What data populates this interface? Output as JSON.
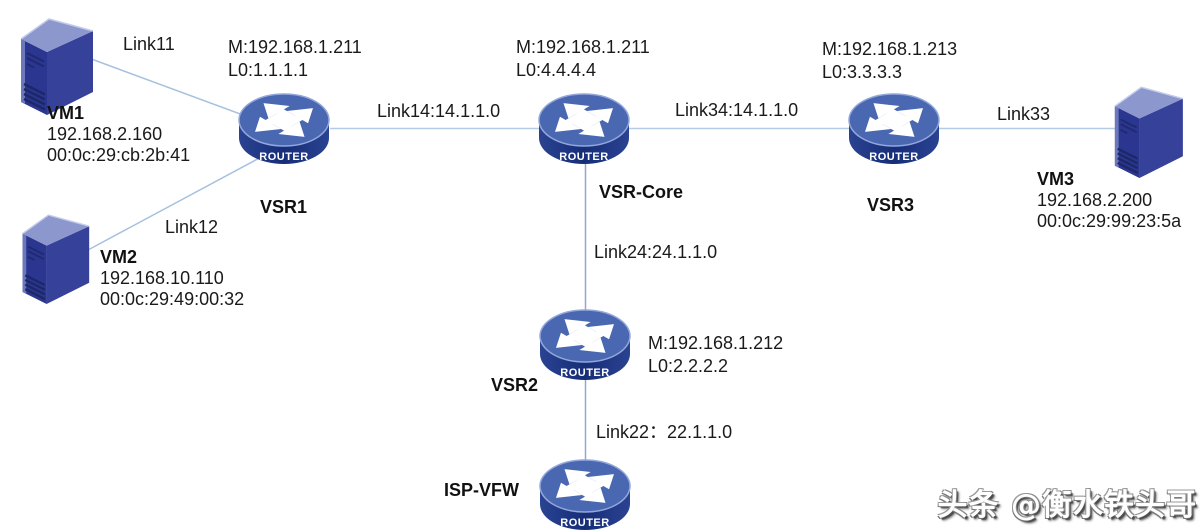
{
  "nodes": {
    "vm1": {
      "name": "VM1",
      "ip": "192.168.2.160",
      "mac": "00:0c:29:cb:2b:41"
    },
    "vm2": {
      "name": "VM2",
      "ip": "192.168.10.110",
      "mac": "00:0c:29:49:00:32"
    },
    "vm3": {
      "name": "VM3",
      "ip": "192.168.2.200",
      "mac": "00:0c:29:99:23:5a"
    },
    "vsr1": {
      "name": "VSR1",
      "mgmt": "M:192.168.1.211",
      "loopback": "L0:1.1.1.1"
    },
    "vsr_core": {
      "name": "VSR-Core",
      "mgmt": "M:192.168.1.211",
      "loopback": "L0:4.4.4.4"
    },
    "vsr3": {
      "name": "VSR3",
      "mgmt": "M:192.168.1.213",
      "loopback": "L0:3.3.3.3"
    },
    "vsr2": {
      "name": "VSR2",
      "mgmt": "M:192.168.1.212",
      "loopback": "L0:2.2.2.2"
    },
    "isp_vfw": {
      "name": "ISP-VFW"
    }
  },
  "links": {
    "link11": {
      "label": "Link11"
    },
    "link12": {
      "label": "Link12"
    },
    "link14": {
      "label": "Link14:14.1.1.0"
    },
    "link34": {
      "label": "Link34:14.1.1.0"
    },
    "link33": {
      "label": "Link33"
    },
    "link24": {
      "label": "Link24:24.1.1.0"
    },
    "link22": {
      "label": "Link22：22.1.1.0"
    }
  },
  "router_icon_label": "ROUTER",
  "watermark": "头条 @衡水铁头哥",
  "colors": {
    "router_top": "#4a68b1",
    "router_side": "#1c3583",
    "tower_front": "#2b3690",
    "tower_side": "#36419a",
    "tower_top": "#8c97ce",
    "link_line": "#a6c1df",
    "link_line_vertical": "#8fa6d6",
    "text": "#1a1a1a"
  }
}
